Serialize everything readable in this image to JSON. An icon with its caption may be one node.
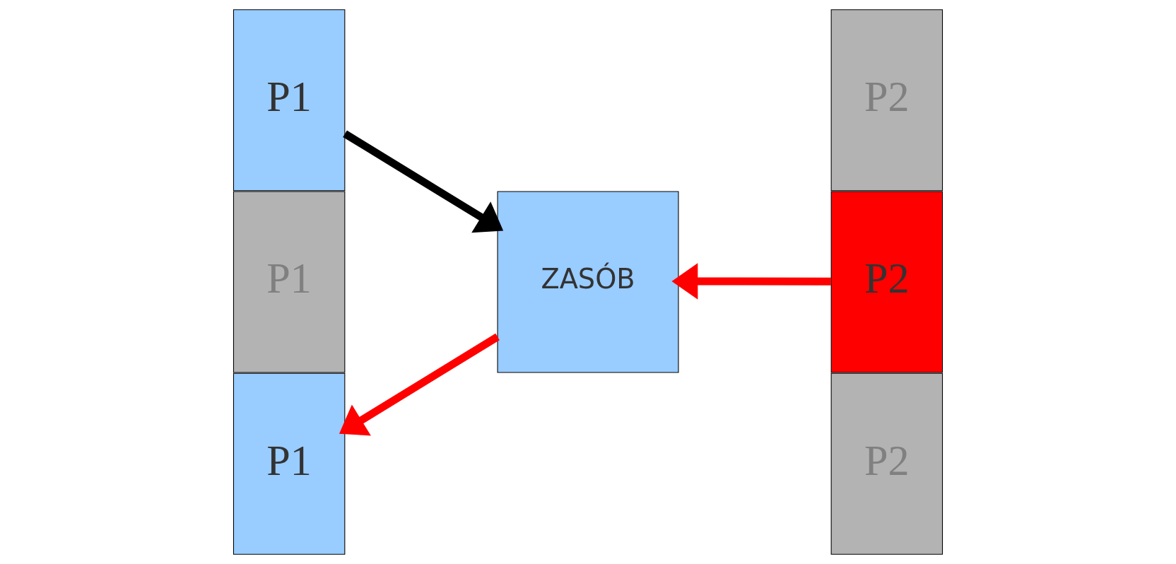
{
  "diagram": {
    "nodes": [
      {
        "text": [
          "P1"
        ]
      },
      {
        "text": [
          "P1"
        ]
      },
      {
        "text": [
          "P1"
        ]
      },
      {
        "text": [
          "ZASÓB"
        ]
      },
      {
        "text": [
          "P2"
        ]
      },
      {
        "text": [
          "P2"
        ]
      },
      {
        "text": [
          "P2"
        ]
      }
    ],
    "edges": [
      {
        "from": 0,
        "to": 3,
        "arrow": "to",
        "color": "#000000"
      },
      {
        "from": 3,
        "to": 2,
        "arrow": "to"
      },
      {
        "from": 5,
        "to": 3,
        "arrow": "to"
      }
    ]
  }
}
